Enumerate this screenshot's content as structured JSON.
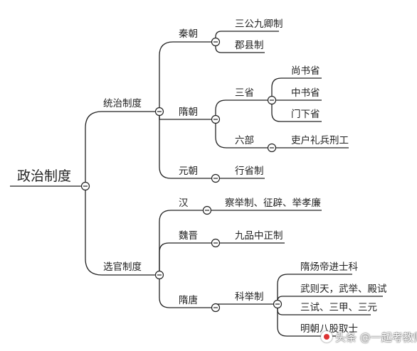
{
  "diagram": {
    "root": "政治制度",
    "branch_governance": "统治制度",
    "branch_official": "选官制度",
    "qin": "秦朝",
    "qin_1": "三公九卿制",
    "qin_2": "郡县制",
    "sui": "隋朝",
    "sansheng": "三省",
    "sheng_1": "尚书省",
    "sheng_2": "中书省",
    "sheng_3": "门下省",
    "liubu": "六部",
    "liubu_1": "吏户礼兵刑工",
    "yuan": "元朝",
    "yuan_1": "行省制",
    "han": "汉",
    "han_1": "察举制、征辟、举孝廉",
    "weijin": "魏晋",
    "weijin_1": "九品中正制",
    "suitang": "隋唐",
    "keju": "科举制",
    "keju_1": "隋炀帝进士科",
    "keju_2": "武则天，武举、殿试",
    "keju_3": "三试、三甲、三元",
    "keju_4": "明朝八股取士"
  },
  "watermark": {
    "text": "头条 @一起考教师"
  },
  "colors": {
    "line": "#222222",
    "text": "#222222",
    "button_fill": "#ffffff"
  }
}
